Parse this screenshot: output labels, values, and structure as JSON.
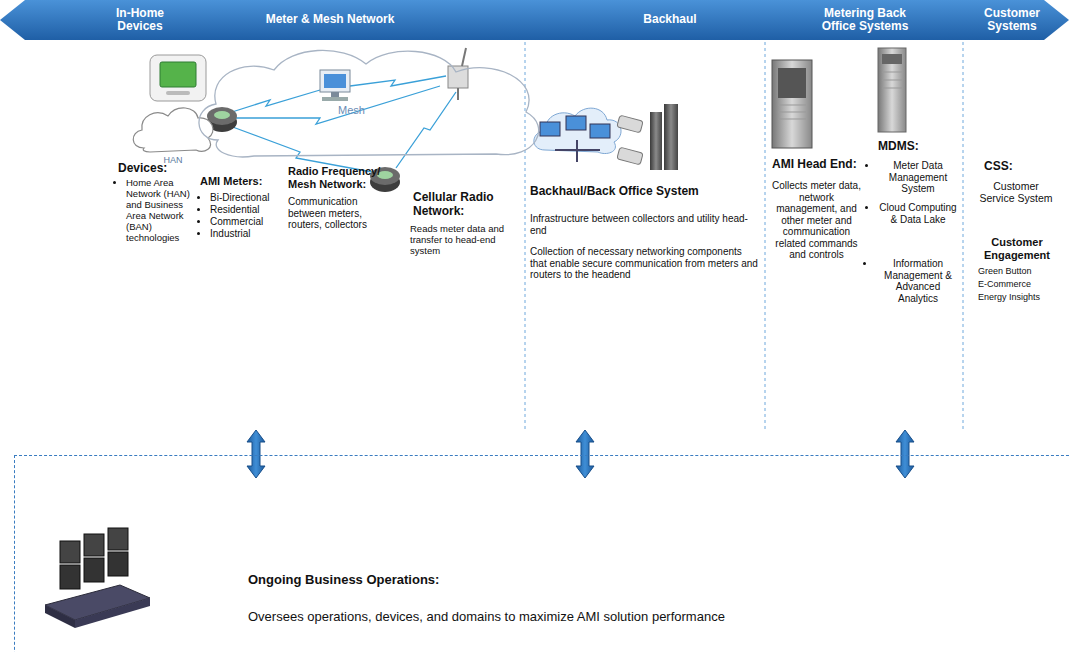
{
  "diagram": {
    "nodes": [
      {
        "text": [
          "In-Home Devices",
          "Meter & Mesh Network",
          "Backhaul",
          "Metering Back Office Systems",
          "Customer Systems"
        ]
      },
      {
        "text": [
          "HAN"
        ]
      },
      {
        "text": [
          "Mesh"
        ]
      },
      {
        "text": [
          "Ongoing Business Operations:",
          "Oversees operations, devices, and domains to maximize AMI solution performance"
        ]
      }
    ],
    "labels": [
      "Devices:",
      "Home Area Network (HAN) and Business Area Network (BAN) technologies",
      "AMI Meters:",
      "Bi-Directional",
      "Residential",
      "Commercial",
      "Industrial",
      "Radio Frequency/ Mesh Network:",
      "Communication between meters, routers, collectors",
      "Cellular Radio Network:",
      "Reads meter data and transfer to head-end system",
      "Backhaul/Back Office System",
      "Infrastructure between collectors and utility head-end",
      "Collection of necessary networking components that enable secure communication from meters and routers to the headend",
      "AMI Head End:",
      "Collects meter data, network management, and other meter and communication related commands and controls",
      "MDMS:",
      "Meter Data Management System",
      "Cloud Computing & Data Lake",
      "Information Management & Advanced Analytics",
      "CSS:",
      "Customer Service System",
      "Customer Engagement",
      "Green Button",
      "E-Commerce",
      "Energy Insights"
    ]
  }
}
